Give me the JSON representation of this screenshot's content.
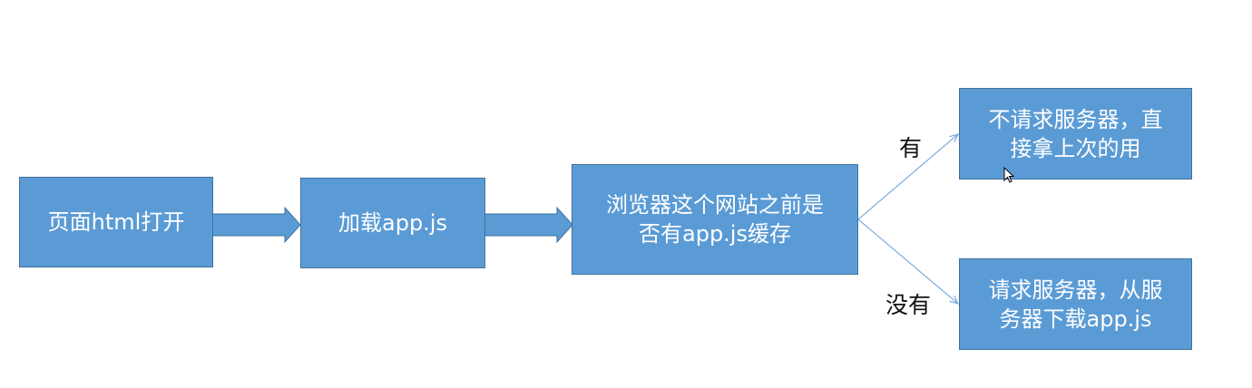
{
  "nodes": {
    "open_page": "页面html打开",
    "load_js": "加载app.js",
    "check_cache": [
      "浏览器这个网站之前是",
      "否有app.js缓存"
    ],
    "use_cache": [
      "不请求服务器，直",
      "接拿上次的用"
    ],
    "download": [
      "请求服务器，从服",
      "务器下载app.js"
    ]
  },
  "edge_labels": {
    "yes": "有",
    "no": "没有"
  },
  "colors": {
    "box_fill": "#5b9bd5",
    "box_border": "#41719c",
    "arrow": "#5b9bd5",
    "thin_arrow": "#7eaedf"
  }
}
